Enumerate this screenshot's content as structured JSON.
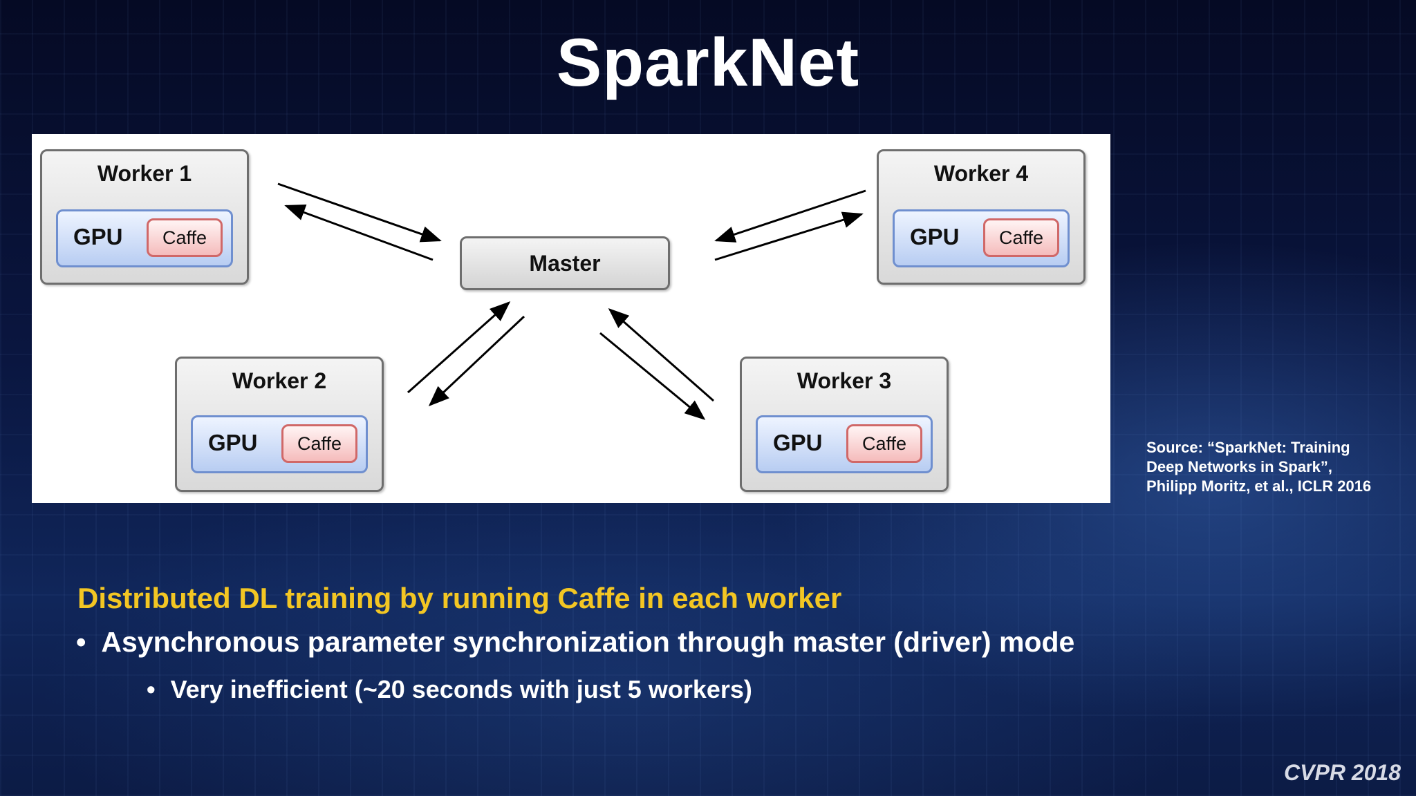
{
  "slide": {
    "title": "SparkNet",
    "heading": "Distributed DL training by running Caffe in each worker",
    "bullets": [
      "Asynchronous parameter synchronization through master (driver) mode",
      "Very inefficient (~20 seconds with just 5 workers)"
    ],
    "bullet_symbol": "•",
    "source_lines": [
      "Source: “SparkNet: Training",
      "Deep Networks in Spark”,",
      "Philipp Moritz, et al.,  ICLR 2016"
    ],
    "footer": "CVPR 2018"
  },
  "diagram": {
    "master_label": "Master",
    "workers": [
      {
        "label": "Worker 1",
        "gpu": "GPU",
        "framework": "Caffe"
      },
      {
        "label": "Worker 2",
        "gpu": "GPU",
        "framework": "Caffe"
      },
      {
        "label": "Worker 3",
        "gpu": "GPU",
        "framework": "Caffe"
      },
      {
        "label": "Worker 4",
        "gpu": "GPU",
        "framework": "Caffe"
      }
    ]
  },
  "colors": {
    "heading": "#f3c623",
    "text": "#ffffff",
    "gpu_fill": "#b8cdf2",
    "caffe_fill": "#f5bcbc"
  }
}
